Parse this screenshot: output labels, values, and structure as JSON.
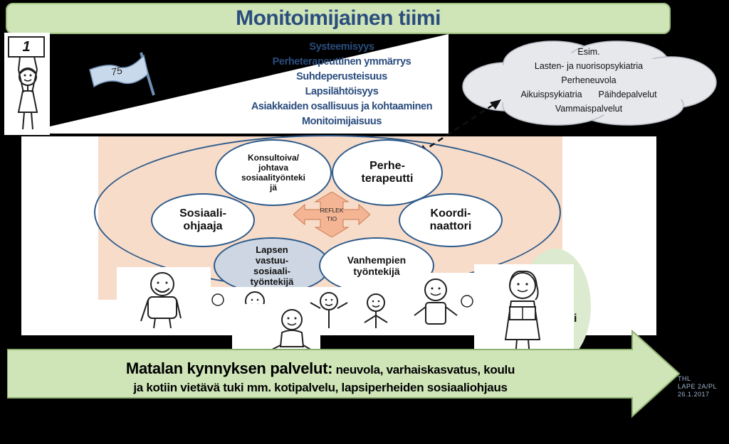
{
  "title": "Monitoimijainen tiimi",
  "sign_number": "1",
  "flag_text": "75",
  "principles": [
    "Systeemisyys",
    "Perheterapeuttinen ymmärrys",
    "Suhdeperusteisuus",
    "Lapsilähtöisyys",
    "Asiakkaiden osallisuus ja kohtaaminen",
    "Monitoimijaisuus"
  ],
  "cloud": {
    "header": "Esim.",
    "line1": "Lasten- ja nuorisopsykiatria",
    "line2": "Perheneuvola",
    "line3a": "Aikuispsykiatria",
    "line3b": "Päihdepalvelut",
    "line4": "Vammaispalvelut"
  },
  "roles": {
    "konsultoiva": "Konsultoiva/\njohtava\nsosiaalityönteki\njä",
    "perheterapeutti": "Perhe-\nterapeutti",
    "sosiaaliohjaaja": "Sosiaali-\nohjaaja",
    "koordinaattori": "Koordi-\nnaattori",
    "lapsen": "Lapsen\nvastuu-\nsosiaali-\ntyöntekijä",
    "vanhempien": "Vanhempien\ntyöntekijä"
  },
  "center_label": "REFLEK\nTIO",
  "arrow": {
    "line1_bold": "Matalan kynnyksen palvelut:",
    "line1_rest": " neuvola, varhaiskasvatus, koulu",
    "line2": "ja kotiin vietävä tuki mm. kotipalvelu, lapsiperheiden  sosiaaliohjaus"
  },
  "partial_letter": "i",
  "thl": [
    "THL",
    "LAPE 2A/PL",
    "26.1.2017"
  ],
  "colors": {
    "title_bg": "#cfe5b8",
    "title_text": "#2b4d7e",
    "peach": "#f8dcca",
    "role_border": "#2c5a8a",
    "grey_role": "#cdd6e2",
    "arrow_fill": "#cfe5b8"
  }
}
